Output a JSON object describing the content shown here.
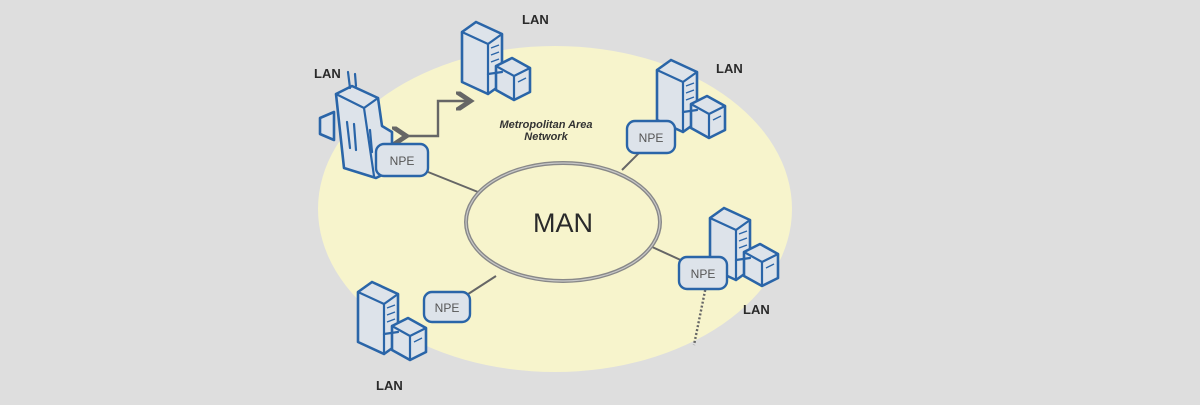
{
  "diagram": {
    "title": "Metropolitan Area Network",
    "center_label": "MAN",
    "caption_line1": "Metropolitan Area",
    "caption_line2": "Network",
    "colors": {
      "background": "#dedede",
      "region_fill": "#f7f4cc",
      "building_stroke": "#2a65a8",
      "building_fill": "#dde3ea",
      "link": "#666666"
    },
    "nodes": [
      {
        "id": "top-left",
        "type": "office-tower",
        "lan_label": "LAN",
        "npe_label": "NPE"
      },
      {
        "id": "top-center",
        "type": "server",
        "lan_label": "LAN",
        "npe_label": null
      },
      {
        "id": "top-right",
        "type": "server",
        "lan_label": "LAN",
        "npe_label": "NPE"
      },
      {
        "id": "bottom-right",
        "type": "server",
        "lan_label": "LAN",
        "npe_label": "NPE"
      },
      {
        "id": "bottom-left",
        "type": "server",
        "lan_label": "LAN",
        "npe_label": "NPE"
      }
    ],
    "connections": [
      {
        "from": "top-left",
        "to": "top-center",
        "style": "double-arrow"
      },
      {
        "from": "top-left",
        "to": "MAN",
        "style": "solid"
      },
      {
        "from": "top-right",
        "to": "MAN",
        "style": "solid"
      },
      {
        "from": "bottom-right",
        "to": "MAN",
        "style": "solid"
      },
      {
        "from": "bottom-left",
        "to": "MAN",
        "style": "solid"
      },
      {
        "from": "bottom-right",
        "to": "offscreen",
        "style": "dotted"
      }
    ]
  }
}
